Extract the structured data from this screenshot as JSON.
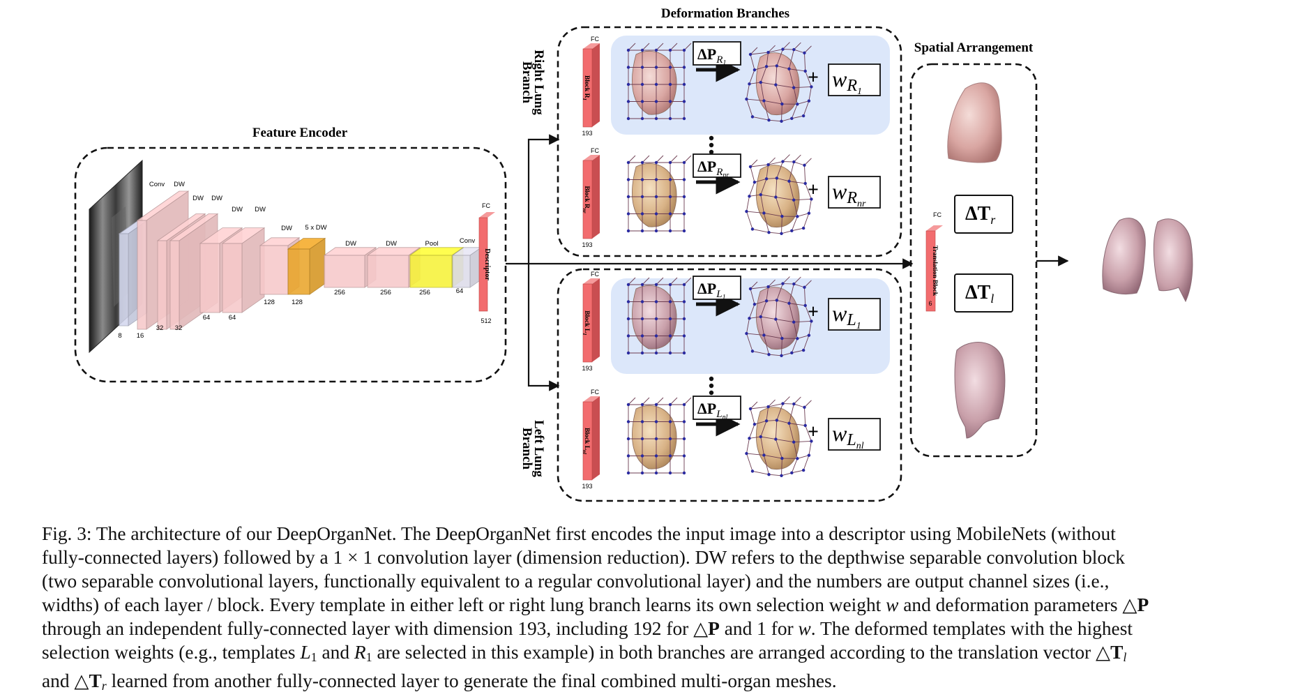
{
  "figure": {
    "titles": {
      "feature_encoder": "Feature Encoder",
      "deformation_branches": "Deformation Branches",
      "spatial_arrangement": "Spatial Arrangement"
    },
    "encoder": {
      "layer_tags": [
        "Conv",
        "DW",
        "DW",
        "DW",
        "DW",
        "DW",
        "DW",
        "5 x DW",
        "DW",
        "DW",
        "Pool",
        "Conv"
      ],
      "channel_sizes": [
        "8",
        "16",
        "32",
        "32",
        "64",
        "64",
        "128",
        "128",
        "256",
        "256",
        "256",
        "64"
      ],
      "descriptor": {
        "tag": "FC",
        "label": "Descriptor",
        "size": "512"
      },
      "colors": {
        "input_block": "#d4d8ee",
        "dw_block": "#f6c9ca",
        "five_dw_block": "#eaa62c",
        "pool_block": "#f7f23a",
        "conv_block": "#dddcea",
        "descriptor": "#f26c6e"
      }
    },
    "branches": {
      "right_label": [
        "Right Lung",
        "Branch"
      ],
      "left_label": [
        "Left Lung",
        "Branch"
      ],
      "blocks": [
        {
          "tag": "FC",
          "label": "Block R",
          "sub": "1",
          "size": "193",
          "dp_sub": "R",
          "dp_subsub": "1",
          "w_sub": "R",
          "w_subsub": "1"
        },
        {
          "tag": "FC",
          "label": "Block R",
          "sub": "nr",
          "size": "193",
          "dp_sub": "R",
          "dp_subsub": "nr",
          "w_sub": "R",
          "w_subsub": "nr"
        },
        {
          "tag": "FC",
          "label": "Block L",
          "sub": "1",
          "size": "193",
          "dp_sub": "L",
          "dp_subsub": "1",
          "w_sub": "L",
          "w_subsub": "1"
        },
        {
          "tag": "FC",
          "label": "Block L",
          "sub": "nl",
          "size": "193",
          "dp_sub": "L",
          "dp_subsub": "nl",
          "w_sub": "L",
          "w_subsub": "nl"
        }
      ],
      "dp_symbol": "ΔP",
      "w_symbol": "w",
      "plus": "+",
      "highlight_color": "#dce7fa"
    },
    "translation": {
      "tag": "FC",
      "label": "Translation Block",
      "size": "6",
      "dt_r": {
        "sym": "ΔT",
        "sub": "r"
      },
      "dt_l": {
        "sym": "ΔT",
        "sub": "l"
      }
    }
  },
  "caption": {
    "lines": [
      [
        "Fig. 3: The architecture of our DeepOrganNet. The DeepOrganNet first encodes the input image into a descriptor using MobileNets (without"
      ],
      [
        "fully-connected layers) followed by a ",
        "1 × 1",
        " convolution layer (dimension reduction). DW refers to the depthwise separable convolution block"
      ],
      [
        "(two separable convolutional layers, functionally equivalent to a regular convolutional layer) and the numbers are output channel sizes (i.e.,"
      ],
      [
        "widths) of each layer / block. Every template in either left or right lung branch learns its own selection weight ",
        "w",
        " and deformation parameters ",
        "△P"
      ],
      [
        "through an independent fully-connected layer with dimension 193, including 192 for ",
        "△P",
        " and 1 for ",
        "w",
        ". The deformed templates with the highest"
      ],
      [
        "selection weights (e.g., templates ",
        "L",
        "1",
        " and ",
        "R",
        "1",
        " are selected in this example) in both branches are arranged according to the translation vector ",
        "△T",
        "l"
      ],
      [
        "and ",
        "△T",
        "r",
        " learned from another fully-connected layer to generate the final combined multi-organ meshes."
      ]
    ]
  }
}
